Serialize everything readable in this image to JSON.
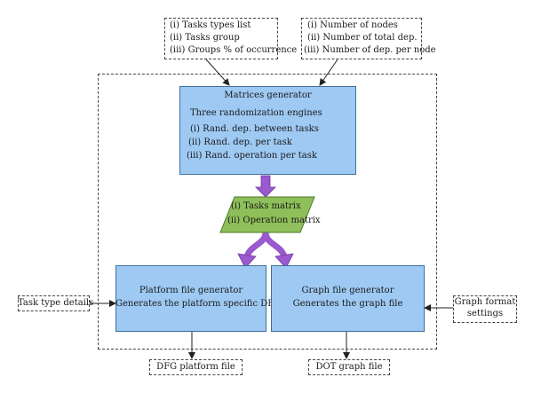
{
  "inputs_top_left": {
    "lines": [
      "(i) Tasks types list",
      "(ii) Tasks group",
      "(iii) Groups % of occurrence"
    ]
  },
  "inputs_top_right": {
    "lines": [
      "(i) Number of nodes",
      "(ii) Number of total dep.",
      "(iii) Number of dep. per node"
    ]
  },
  "matrices_generator": {
    "title": "Matrices generator",
    "subtitle": "Three randomization engines",
    "items": [
      "(i) Rand. dep. between tasks",
      "(ii) Rand. dep. per task",
      "(iii) Rand. operation per task"
    ]
  },
  "matrices_output": {
    "lines": [
      "(i) Tasks matrix",
      "(ii) Operation matrix"
    ]
  },
  "platform_generator": {
    "title": "Platform file generator",
    "subtitle": "Generates the platform specific DFG"
  },
  "graph_generator": {
    "title": "Graph file generator",
    "subtitle": "Generates the graph file"
  },
  "task_type_details": {
    "label": "Task type details"
  },
  "graph_format_settings": {
    "lines": [
      "Graph format",
      "settings"
    ]
  },
  "dfg_platform_file": {
    "label": "DFG platform file"
  },
  "dot_graph_file": {
    "label": "DOT graph file"
  },
  "colors": {
    "process_fill": "#9ec9f3",
    "process_border": "#3d6f9e",
    "data_fill": "#8fbf5a",
    "data_border": "#4e7a2a",
    "flow_arrow": "#9b59d0"
  }
}
